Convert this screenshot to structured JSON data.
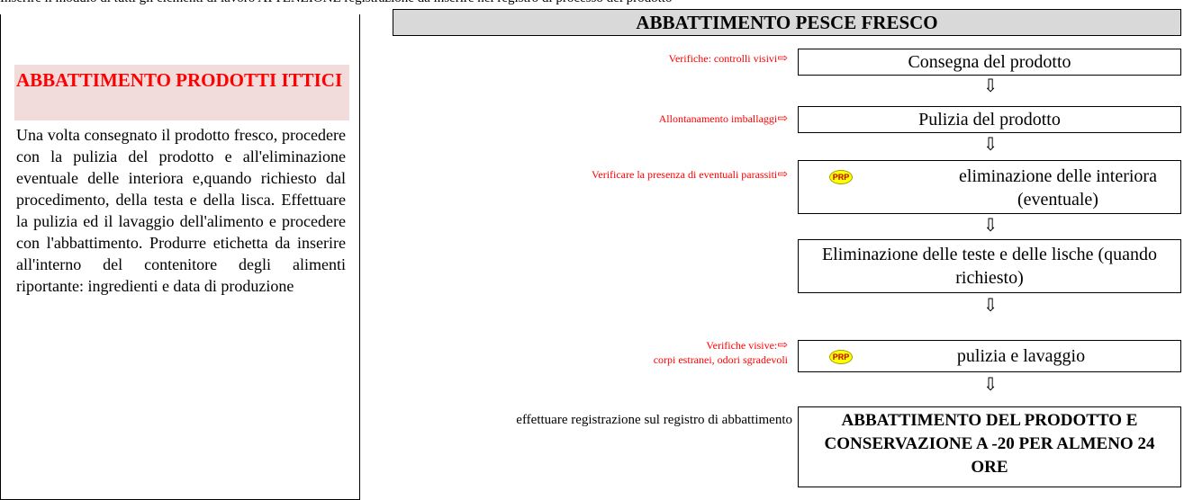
{
  "top_fragment": "Inserire il modulo di tutti gli elementi di lavoro ATTENZIONE registrazione da inserire nel registro di processo del prodotto",
  "sidebar": {
    "title": "ABBATTIMENTO PRODOTTI ITTICI",
    "body": "Una volta consegnato il prodotto fresco, procedere con la pulizia del prodotto e all'eliminazione eventuale delle interiora e,quando richiesto dal procedimento, della testa e della lisca. Effettuare la pulizia ed il lavaggio dell'alimento e procedere con l'abbattimento. Produrre etichetta da inserire all'interno del contenitore degli alimenti riportante: ingredienti e data di produzione"
  },
  "header": {
    "title": "ABBATTIMENTO PESCE FRESCO"
  },
  "arrow_symbol": "⇩",
  "right_arrow_symbol": "⇨",
  "prp_label": "PRP",
  "steps": [
    {
      "label": "Consegna del prodotto",
      "note": "Verifiche: controlli visivi"
    },
    {
      "label": "Pulizia del prodotto",
      "note": "Allontanamento imballaggi"
    },
    {
      "label": "eliminazione delle interiora (eventuale)",
      "note": "Verificare la presenza di eventuali parassiti"
    },
    {
      "label": "Eliminazione delle teste e delle lische (quando richiesto)"
    },
    {
      "label": "pulizia e lavaggio",
      "note_line1": "Verifiche visive:",
      "note_line2": "corpi estranei, odori sgradevoli"
    },
    {
      "label": "ABBATTIMENTO DEL PRODOTTO E CONSERVAZIONE A -20 PER ALMENO 24 ORE",
      "note": "effettuare registrazione sul registro di abbattimento"
    }
  ],
  "colors": {
    "accent_red": "#ff0000",
    "title_bg": "#f2dcdb",
    "header_bg": "#d9d9d9",
    "prp_yellow": "#ffff00"
  }
}
